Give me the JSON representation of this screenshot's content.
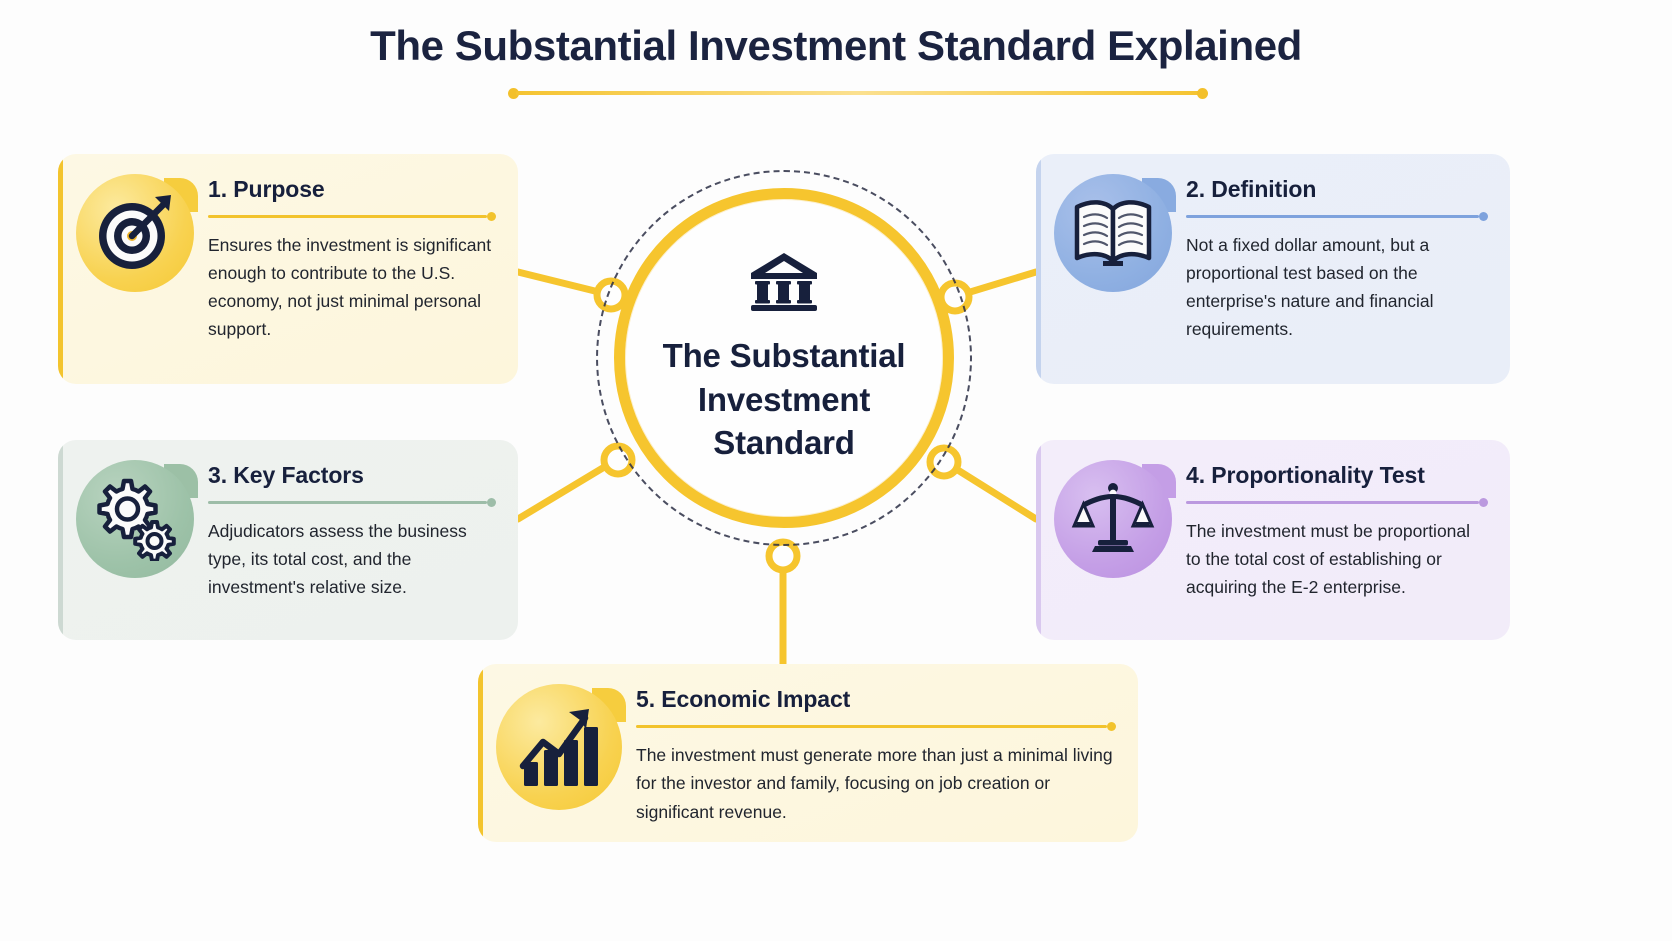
{
  "page": {
    "title": "The Substantial Investment Standard Explained",
    "background_color": "#fdfdfd",
    "accent_color": "#f3c42d",
    "heading_color": "#1b2340"
  },
  "hub": {
    "icon": "bank-institution-icon",
    "title": "The Substantial Investment Standard",
    "ring_color": "#f6c52e",
    "dashed_outline_color": "#2b2f45"
  },
  "cards": [
    {
      "id": "purpose",
      "number": "1.",
      "heading": "1. Purpose",
      "text": "Ensures the investment is significant enough to contribute to the U.S. economy, not just minimal personal support.",
      "icon": "target-bullseye-arrow-icon",
      "accent_color": "#f3c42d",
      "background_color": "#fdf8e4",
      "icon_circle_color": "#f8d250"
    },
    {
      "id": "definition",
      "number": "2.",
      "heading": "2. Definition",
      "text": "Not a fixed dollar amount, but a proportional test based on the enterprise's nature and financial requirements.",
      "icon": "open-book-icon",
      "accent_color": "#7ea2dd",
      "background_color": "#eaeff9",
      "icon_circle_color": "#8fb0e2"
    },
    {
      "id": "key-factors",
      "number": "3.",
      "heading": "3. Key Factors",
      "text": "Adjudicators assess the business type, its total cost, and the investment's relative size.",
      "icon": "gears-cogs-icon",
      "accent_color": "#9dbda8",
      "background_color": "#eef2ef",
      "icon_circle_color": "#9dc2a8"
    },
    {
      "id": "proportionality-test",
      "number": "4.",
      "heading": "4. Proportionality Test",
      "text": "The investment must be proportional to the total cost of establishing or acquiring the E-2 enterprise.",
      "icon": "balance-scales-icon",
      "accent_color": "#bb99df",
      "background_color": "#f3edfa",
      "icon_circle_color": "#c49ee6"
    },
    {
      "id": "economic-impact",
      "number": "5.",
      "heading": "5. Economic Impact",
      "text": "The investment must generate more than just a minimal living for the investor and family, focusing on job creation or significant revenue.",
      "icon": "growth-bar-chart-arrow-icon",
      "accent_color": "#f3c42d",
      "background_color": "#fdf8e4",
      "icon_circle_color": "#f8d250"
    }
  ]
}
